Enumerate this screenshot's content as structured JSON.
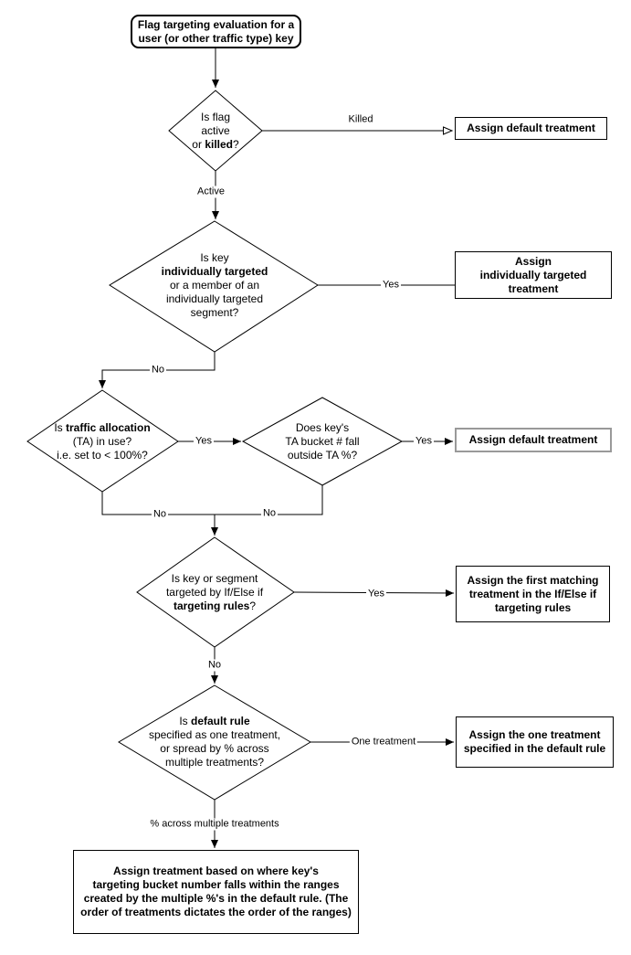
{
  "colors": {
    "background": "#ffffff",
    "stroke": "#000000",
    "node_fill": "#ffffff",
    "secondary_border": "#999999"
  },
  "diagram": {
    "nodes": [
      {
        "id": "start",
        "shape": "rounded-rect",
        "lines": [
          [
            {
              "t": "Flag targeting evaluation for a",
              "b": true
            }
          ],
          [
            {
              "t": "user (or other traffic type) key",
              "b": true
            }
          ]
        ]
      },
      {
        "id": "decision-flag-status",
        "shape": "diamond",
        "lines": [
          [
            {
              "t": "Is flag"
            }
          ],
          [
            {
              "t": "active"
            }
          ],
          [
            {
              "t": "or "
            },
            {
              "t": "killed",
              "b": true
            },
            {
              "t": "?"
            }
          ]
        ]
      },
      {
        "id": "assign-default-treatment-killed",
        "shape": "rect",
        "lines": [
          [
            {
              "t": "Assign default treatment",
              "b": true
            }
          ]
        ]
      },
      {
        "id": "decision-individually-targeted",
        "shape": "diamond",
        "lines": [
          [
            {
              "t": "Is key"
            }
          ],
          [
            {
              "t": "individually targeted",
              "b": true
            }
          ],
          [
            {
              "t": "or a member of an"
            }
          ],
          [
            {
              "t": "individually targeted"
            }
          ],
          [
            {
              "t": "segment?"
            }
          ]
        ]
      },
      {
        "id": "assign-individually-targeted",
        "shape": "rect",
        "lines": [
          [
            {
              "t": "Assign",
              "b": true
            }
          ],
          [
            {
              "t": "individually targeted",
              "b": true
            }
          ],
          [
            {
              "t": "treatment",
              "b": true
            }
          ]
        ]
      },
      {
        "id": "decision-traffic-allocation",
        "shape": "diamond",
        "lines": [
          [
            {
              "t": "Is "
            },
            {
              "t": "traffic allocation",
              "b": true
            }
          ],
          [
            {
              "t": "(TA) in use?"
            }
          ],
          [
            {
              "t": "i.e. set to < 100%?"
            }
          ]
        ]
      },
      {
        "id": "decision-ta-bucket",
        "shape": "diamond",
        "lines": [
          [
            {
              "t": "Does key's"
            }
          ],
          [
            {
              "t": "TA bucket # fall"
            }
          ],
          [
            {
              "t": "outside TA %?"
            }
          ]
        ]
      },
      {
        "id": "assign-default-treatment-ta",
        "shape": "rect",
        "lines": [
          [
            {
              "t": "Assign default treatment",
              "b": true
            }
          ]
        ]
      },
      {
        "id": "decision-targeting-rules",
        "shape": "diamond",
        "lines": [
          [
            {
              "t": "Is key or segment"
            }
          ],
          [
            {
              "t": "targeted by If/Else if"
            }
          ],
          [
            {
              "t": "targeting rules",
              "b": true
            },
            {
              "t": "?"
            }
          ]
        ]
      },
      {
        "id": "assign-first-matching",
        "shape": "rect",
        "lines": [
          [
            {
              "t": "Assign the first matching",
              "b": true
            }
          ],
          [
            {
              "t": "treatment in the If/Else if",
              "b": true
            }
          ],
          [
            {
              "t": "targeting rules",
              "b": true
            }
          ]
        ]
      },
      {
        "id": "decision-default-rule",
        "shape": "diamond",
        "lines": [
          [
            {
              "t": "Is "
            },
            {
              "t": "default rule",
              "b": true
            }
          ],
          [
            {
              "t": "specified as one treatment,"
            }
          ],
          [
            {
              "t": "or spread by % across"
            }
          ],
          [
            {
              "t": "multiple treatments?"
            }
          ]
        ]
      },
      {
        "id": "assign-one-treatment",
        "shape": "rect",
        "lines": [
          [
            {
              "t": "Assign the one treatment",
              "b": true
            }
          ],
          [
            {
              "t": "specified in the default rule",
              "b": true
            }
          ]
        ]
      },
      {
        "id": "assign-treatment-by-ranges",
        "shape": "rect",
        "lines": [
          [
            {
              "t": "Assign treatment based on where key's",
              "b": true
            }
          ],
          [
            {
              "t": "targeting bucket number falls within the ranges",
              "b": true
            }
          ],
          [
            {
              "t": "created by the multiple %'s in the default rule. (The",
              "b": true
            }
          ],
          [
            {
              "t": "order of treatments dictates the order of the ranges)",
              "b": true
            }
          ]
        ]
      }
    ],
    "edge_labels": [
      {
        "text": "Killed"
      },
      {
        "text": "Active"
      },
      {
        "text": "Yes"
      },
      {
        "text": "No"
      },
      {
        "text": "Yes"
      },
      {
        "text": "Yes"
      },
      {
        "text": "No"
      },
      {
        "text": "No"
      },
      {
        "text": "Yes"
      },
      {
        "text": "No"
      },
      {
        "text": "One treatment"
      },
      {
        "text": "% across multiple treatments"
      }
    ]
  }
}
